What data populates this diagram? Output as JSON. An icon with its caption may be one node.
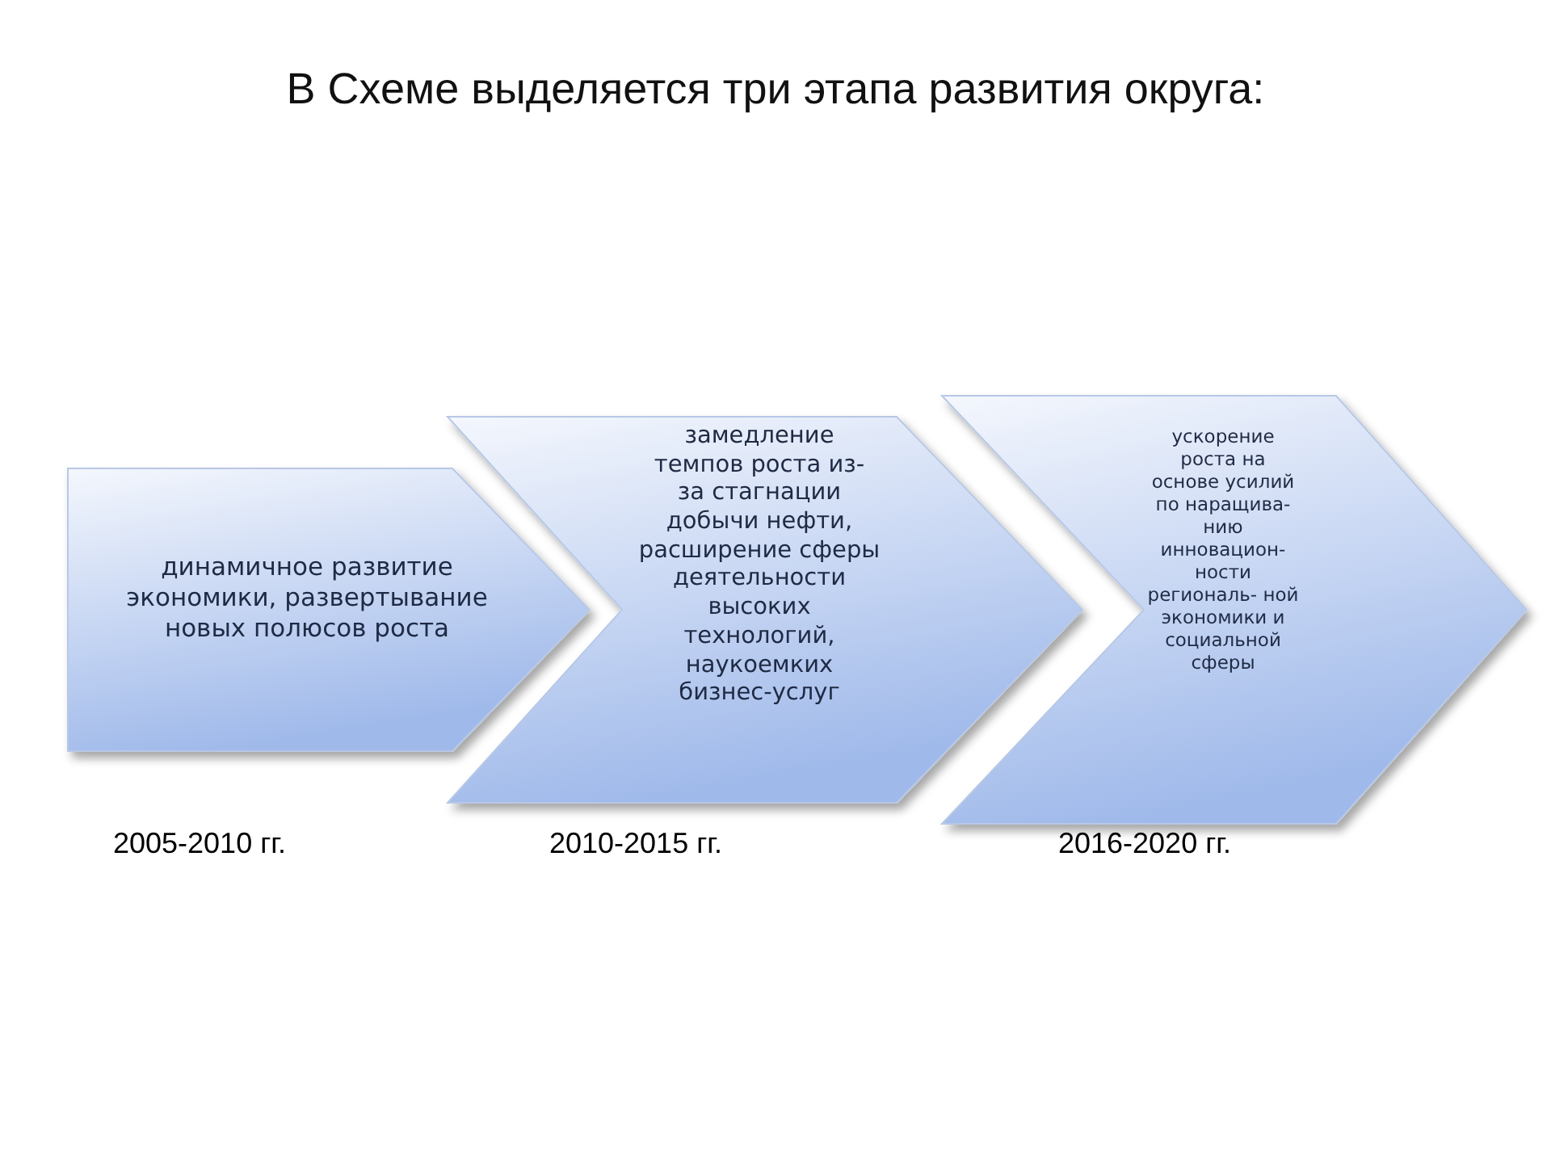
{
  "diagram": {
    "title": "В Схеме выделяется три этапа развития округа:",
    "nodes": [
      {
        "text": [
          "динамичное развитие экономики, развертывание новых полюсов роста"
        ],
        "beside": [
          "2005-2010 гг."
        ]
      },
      {
        "text": [
          "замедление темпов роста из- за стагнации добычи нефти, расширение сферы деятельности высоких технологий, наукоемких бизнес-услуг"
        ],
        "beside": [
          "2010-2015 гг."
        ]
      },
      {
        "text": [
          "ускорение роста на основе усилий по наращива- нию инновацион- ности региональ- ной экономики и социальной сферы"
        ],
        "beside": [
          "2016-2020 гг."
        ]
      }
    ]
  }
}
